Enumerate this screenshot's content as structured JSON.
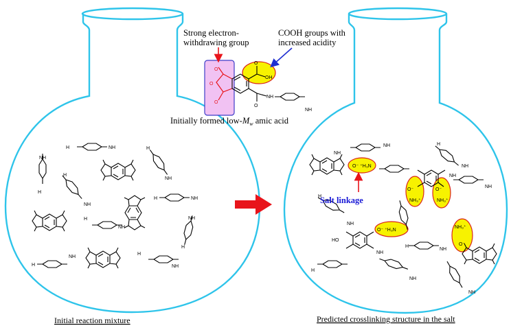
{
  "labels": {
    "left_flask_caption": "Initial reaction mixture",
    "right_flask_caption": "Predicted crosslinking structure in the salt",
    "electron_withdrawing_line1": "Strong electron-",
    "electron_withdrawing_line2": "withdrawing group",
    "cooh_line1": "COOH groups with",
    "cooh_line2": "increased acidity",
    "amic_acid_prefix": "Initially formed low-",
    "amic_acid_m": "M",
    "amic_acid_sub": "w",
    "amic_acid_suffix": " amic acid",
    "salt_linkage": "Salt linkage"
  },
  "chem_text": {
    "nh2": "NH",
    "two": "2",
    "h2n": "H",
    "n": "N",
    "oh": "OH",
    "o": "O",
    "nh": "NH",
    "n_plain": "N",
    "h": "H",
    "ho": "HO",
    "o_minus": "O⁻",
    "h3n_plus": "⁺H₃N",
    "nh3_plus": "NH₃⁺",
    "o_minus_h3n": "O⁻ ⁺H₃N"
  },
  "colors": {
    "flask": "#2ec4ea",
    "arrow_red": "#e8141b",
    "arrow_blue": "#1f2fd1",
    "highlight_fill": "#f7f200",
    "highlight_stroke": "#d9241b",
    "box_fill": "#f1c2f3",
    "box_stroke": "#3c3cc8",
    "salt_text": "#1a1ad6"
  },
  "icons": [
    "reaction-arrow-icon",
    "red-pointer-arrow-icon",
    "blue-pointer-arrow-icon"
  ]
}
